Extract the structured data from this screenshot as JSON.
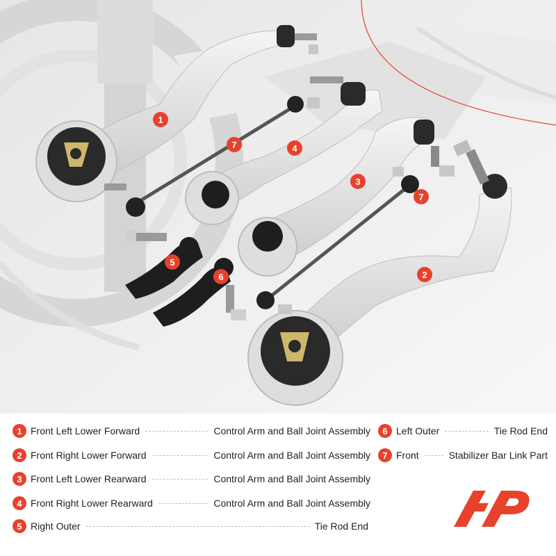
{
  "legend": [
    {
      "num": "1",
      "label": "Front Left Lower Forward",
      "part": "Control Arm and Ball Joint Assembly"
    },
    {
      "num": "2",
      "label": "Front Right Lower Forward",
      "part": "Control Arm and Ball Joint Assembly"
    },
    {
      "num": "3",
      "label": "Front Left Lower Rearward",
      "part": "Control Arm and Ball Joint Assembly"
    },
    {
      "num": "4",
      "label": "Front Right Lower Rearward",
      "part": "Control Arm and Ball Joint Assembly"
    },
    {
      "num": "5",
      "label": "Right Outer",
      "part": "Tie Rod End"
    },
    {
      "num": "6",
      "label": "Left Outer",
      "part": "Tie Rod End"
    },
    {
      "num": "7",
      "label": "Front",
      "part": "Stabilizer Bar Link Part"
    }
  ],
  "callouts": {
    "c1": "1",
    "c2": "2",
    "c3": "3",
    "c4": "4",
    "c5": "5",
    "c6": "6",
    "c7a": "7",
    "c7b": "7"
  },
  "colors": {
    "accent": "#e8412c",
    "arm_metal": "#e4e4e4",
    "bushing_rubber": "#1e1e1e",
    "background_photo": "#f0f0f0"
  }
}
